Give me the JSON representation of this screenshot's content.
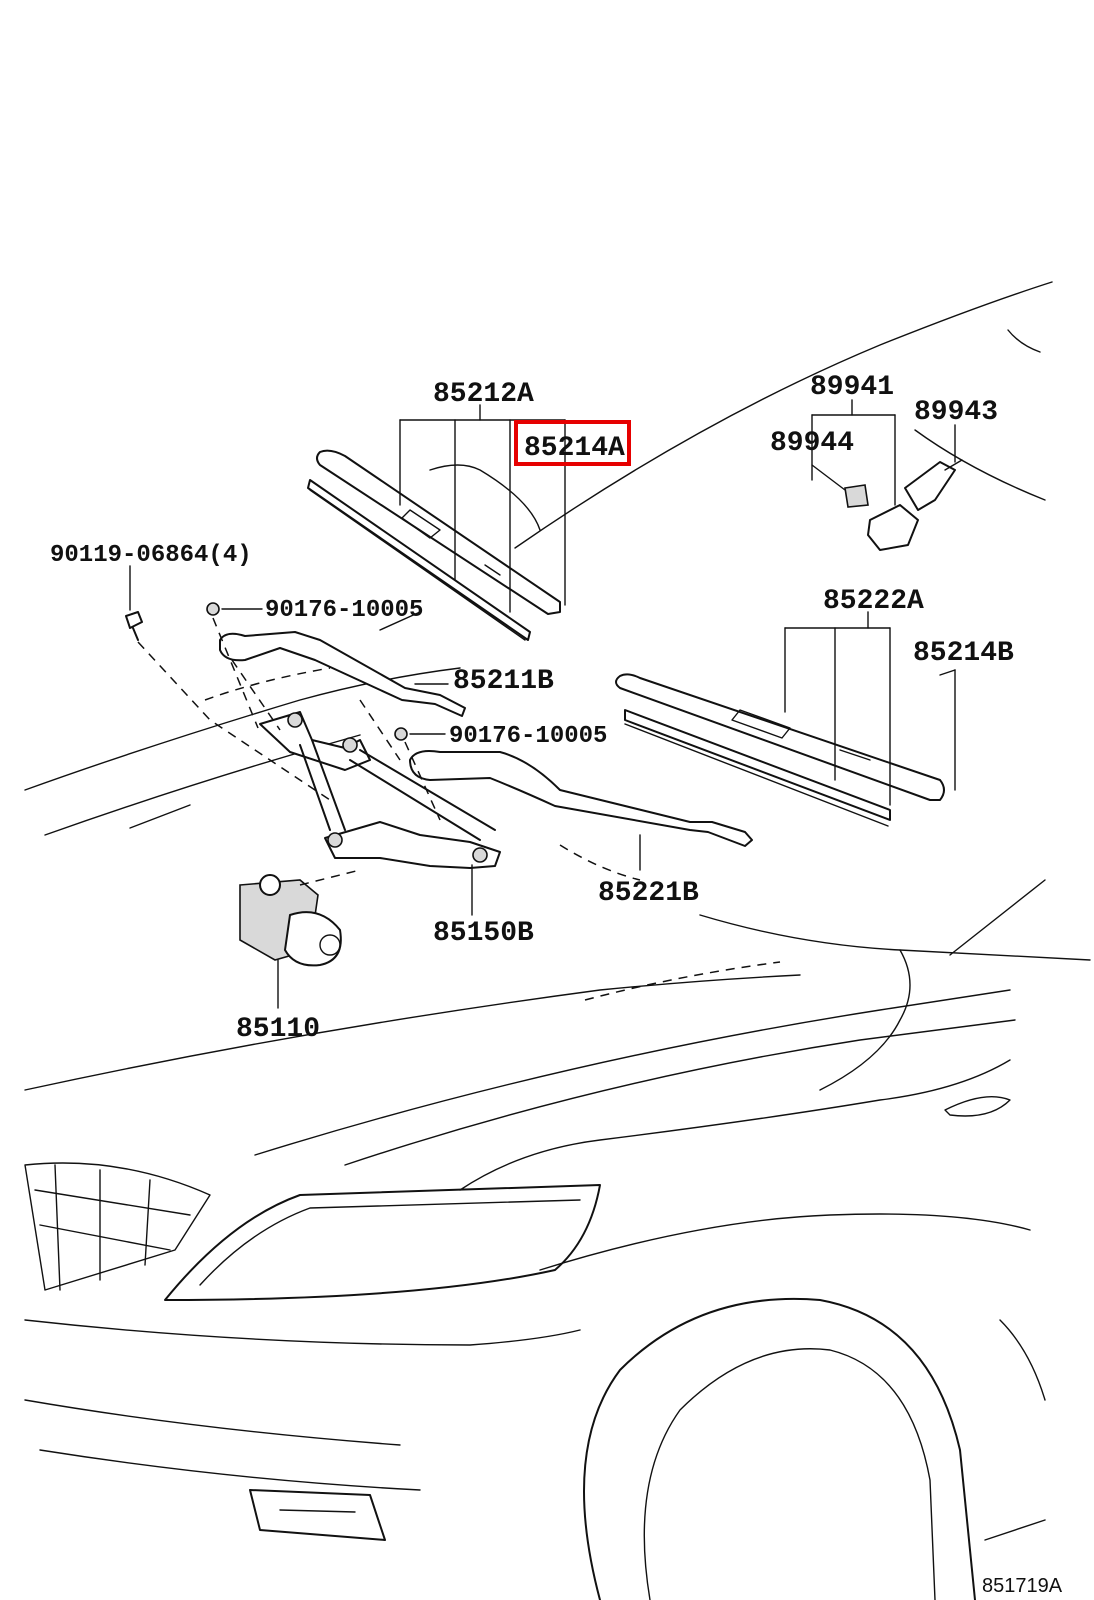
{
  "highlight_color": "#e60000",
  "labels": {
    "p85212A": "85212A",
    "p85214A": "85214A",
    "p89941": "89941",
    "p89943": "89943",
    "p89944": "89944",
    "p90119": "90119-06864(4)",
    "p90176_top": "90176-10005",
    "p85211B": "85211B",
    "p90176_bottom": "90176-10005",
    "p85222A": "85222A",
    "p85214B": "85214B",
    "p85221B": "85221B",
    "p85150B": "85150B",
    "p85110": "85110"
  },
  "highlighted_part": "85214A",
  "figure_code": "851719A"
}
